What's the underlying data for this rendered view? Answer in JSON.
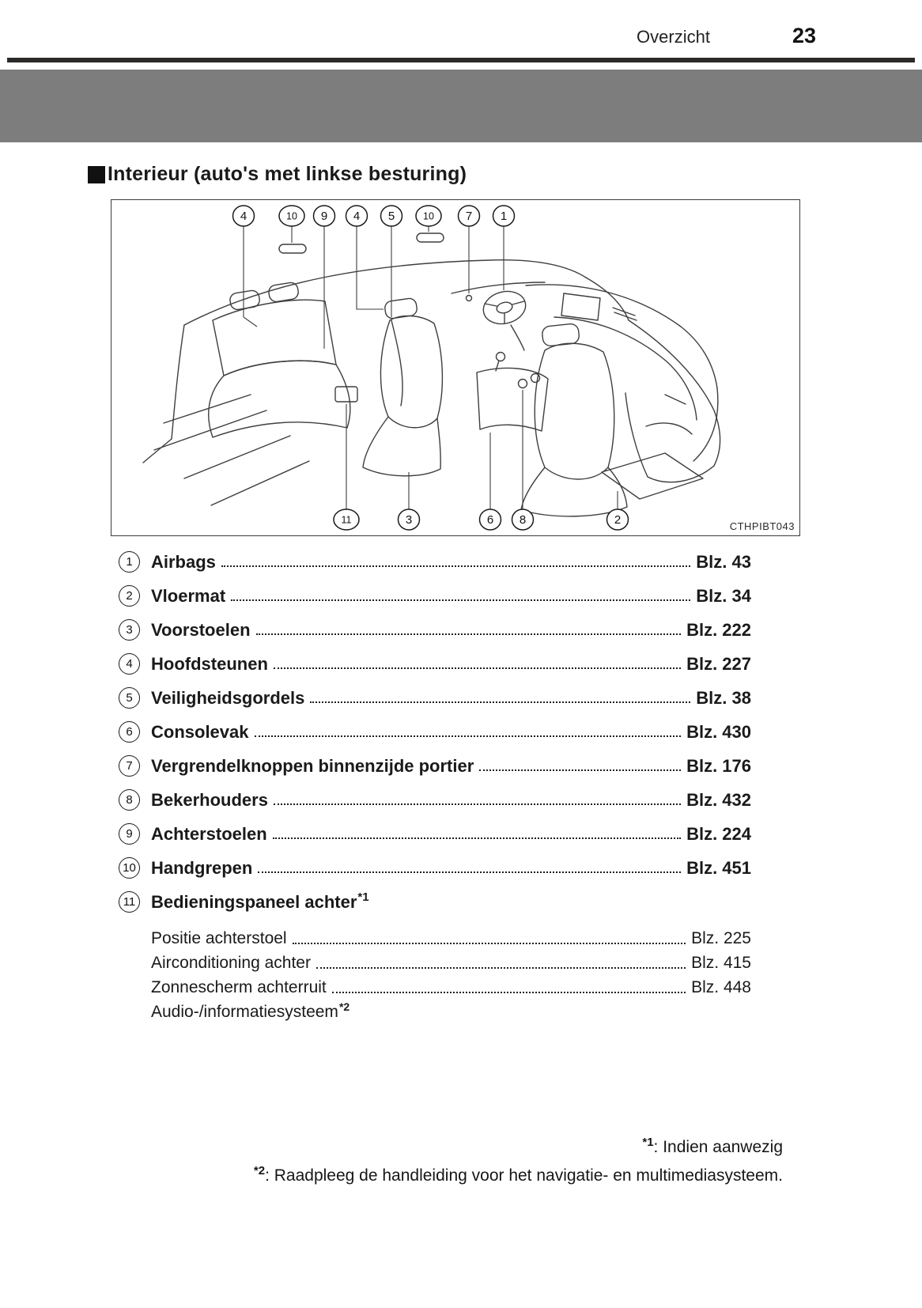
{
  "header": {
    "section_label": "Overzicht",
    "page_number": "23"
  },
  "section": {
    "title": "Interieur (auto's met linkse besturing)"
  },
  "diagram": {
    "image_code": "CTHPIBT043",
    "top_callouts": [
      "4",
      "10",
      "9",
      "4",
      "5",
      "10",
      "7",
      "1"
    ],
    "bottom_callouts": [
      "11",
      "3",
      "6",
      "8",
      "2"
    ]
  },
  "toc": {
    "items": [
      {
        "num": "1",
        "label": "Airbags",
        "page": "Blz. 43"
      },
      {
        "num": "2",
        "label": "Vloermat",
        "page": "Blz. 34"
      },
      {
        "num": "3",
        "label": "Voorstoelen",
        "page": "Blz. 222"
      },
      {
        "num": "4",
        "label": "Hoofdsteunen",
        "page": "Blz. 227"
      },
      {
        "num": "5",
        "label": "Veiligheidsgordels",
        "page": "Blz. 38"
      },
      {
        "num": "6",
        "label": "Consolevak",
        "page": "Blz. 430"
      },
      {
        "num": "7",
        "label": "Vergrendelknoppen binnenzijde portier",
        "page": "Blz. 176"
      },
      {
        "num": "8",
        "label": "Bekerhouders",
        "page": "Blz. 432"
      },
      {
        "num": "9",
        "label": "Achterstoelen",
        "page": "Blz. 224"
      },
      {
        "num": "10",
        "label": "Handgrepen",
        "page": "Blz. 451"
      },
      {
        "num": "11",
        "label": "Bedieningspaneel achter",
        "footnote": "*1"
      }
    ],
    "sub_items": [
      {
        "label": "Positie achterstoel",
        "page": "Blz. 225"
      },
      {
        "label": "Airconditioning achter",
        "page": "Blz. 415"
      },
      {
        "label": "Zonnescherm achterruit",
        "page": "Blz. 448"
      },
      {
        "label": "Audio-/informatiesysteem",
        "footnote": "*2"
      }
    ]
  },
  "footnotes": [
    {
      "marker": "*1",
      "text": ": Indien aanwezig"
    },
    {
      "marker": "*2",
      "text": ": Raadpleeg de handleiding voor het navigatie- en multimediasysteem."
    }
  ]
}
